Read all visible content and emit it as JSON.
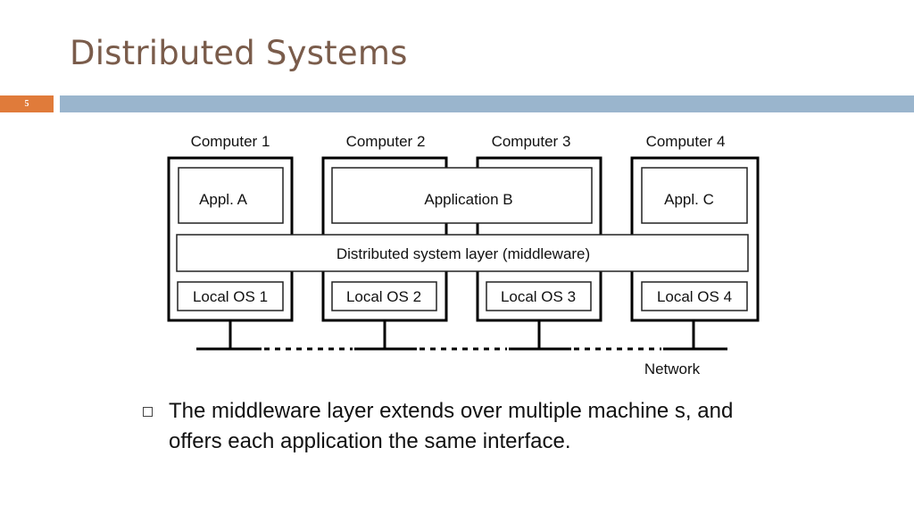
{
  "slide": {
    "title": "Distributed Systems",
    "slide_number": "5"
  },
  "diagram": {
    "computers": [
      "Computer 1",
      "Computer 2",
      "Computer 3",
      "Computer 4"
    ],
    "applications": [
      "Appl. A",
      "Application B",
      "Appl. C"
    ],
    "middleware": "Distributed system layer (middleware)",
    "local_os": [
      "Local OS 1",
      "Local OS 2",
      "Local OS 3",
      "Local OS 4"
    ],
    "network": "Network"
  },
  "bullets": [
    "The middleware layer extends over multiple machine s, and offers each  application the same interface."
  ],
  "colors": {
    "title": "#7a5c4b",
    "accent_orange": "#e07b3a",
    "accent_blue": "#9ab5cd"
  }
}
